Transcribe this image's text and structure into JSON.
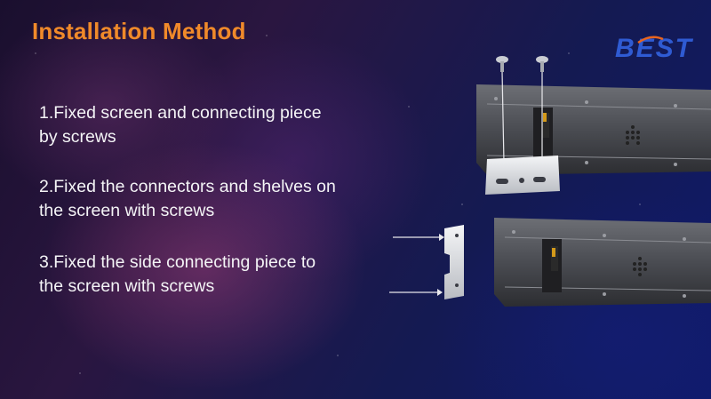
{
  "title": "Installation Method",
  "logo": {
    "text": "BEST",
    "color": "#2f5bd3"
  },
  "colors": {
    "title": "#f08a2a",
    "text": "#f4f4f6"
  },
  "steps": [
    {
      "line1": "1.Fixed screen and connecting piece",
      "line2": "by screws"
    },
    {
      "line1": "2.Fixed the connectors and shelves on",
      "line2": "the screen with screws"
    },
    {
      "line1": "3.Fixed the side connecting piece to",
      "line2": "the screen with screws"
    }
  ]
}
